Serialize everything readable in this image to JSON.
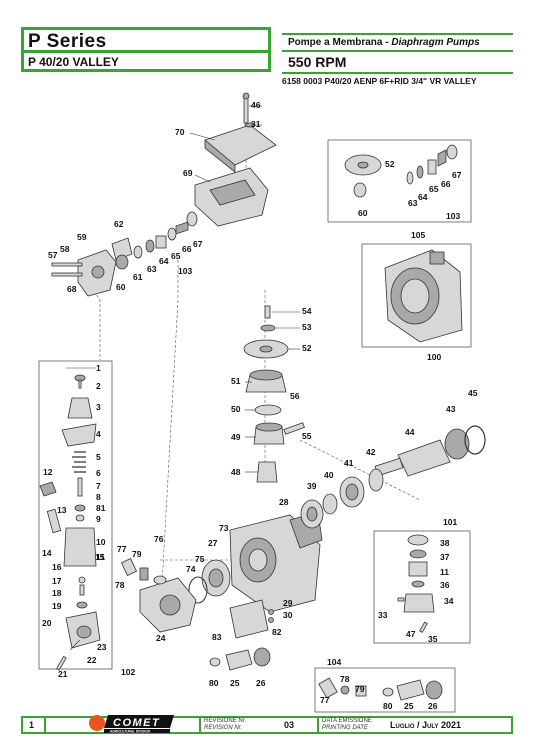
{
  "header": {
    "series": "P  Series",
    "model": "P 40/20 VALLEY",
    "pump_type_it": "Pompe a Membrana - ",
    "pump_type_en": "Diaphragm Pumps",
    "rpm": "550 RPM",
    "code": "6158 0003  P40/20 AENP 6F+RID 3/4\" VR VALLEY"
  },
  "parts": [
    {
      "n": "46"
    },
    {
      "n": "31"
    },
    {
      "n": "70"
    },
    {
      "n": "69"
    },
    {
      "n": "62"
    },
    {
      "n": "59"
    },
    {
      "n": "58"
    },
    {
      "n": "57"
    },
    {
      "n": "68"
    },
    {
      "n": "60"
    },
    {
      "n": "61"
    },
    {
      "n": "63"
    },
    {
      "n": "64"
    },
    {
      "n": "65"
    },
    {
      "n": "66"
    },
    {
      "n": "67"
    },
    {
      "n": "103"
    },
    {
      "n": "52"
    },
    {
      "n": "60"
    },
    {
      "n": "63"
    },
    {
      "n": "64"
    },
    {
      "n": "65"
    },
    {
      "n": "66"
    },
    {
      "n": "67"
    },
    {
      "n": "103"
    },
    {
      "n": "105"
    },
    {
      "n": "100"
    },
    {
      "n": "54"
    },
    {
      "n": "53"
    },
    {
      "n": "52"
    },
    {
      "n": "51"
    },
    {
      "n": "56"
    },
    {
      "n": "50"
    },
    {
      "n": "49"
    },
    {
      "n": "55"
    },
    {
      "n": "48"
    },
    {
      "n": "45"
    },
    {
      "n": "43"
    },
    {
      "n": "44"
    },
    {
      "n": "42"
    },
    {
      "n": "41"
    },
    {
      "n": "40"
    },
    {
      "n": "39"
    },
    {
      "n": "28"
    },
    {
      "n": "73"
    },
    {
      "n": "27"
    },
    {
      "n": "76"
    },
    {
      "n": "75"
    },
    {
      "n": "74"
    },
    {
      "n": "77"
    },
    {
      "n": "79"
    },
    {
      "n": "78"
    },
    {
      "n": "24"
    },
    {
      "n": "83"
    },
    {
      "n": "82"
    },
    {
      "n": "29"
    },
    {
      "n": "30"
    },
    {
      "n": "80"
    },
    {
      "n": "25"
    },
    {
      "n": "26"
    },
    {
      "n": "1"
    },
    {
      "n": "2"
    },
    {
      "n": "3"
    },
    {
      "n": "4"
    },
    {
      "n": "5"
    },
    {
      "n": "6"
    },
    {
      "n": "7"
    },
    {
      "n": "8"
    },
    {
      "n": "81"
    },
    {
      "n": "9"
    },
    {
      "n": "10"
    },
    {
      "n": "11"
    },
    {
      "n": "12"
    },
    {
      "n": "13"
    },
    {
      "n": "14"
    },
    {
      "n": "15"
    },
    {
      "n": "16"
    },
    {
      "n": "17"
    },
    {
      "n": "18"
    },
    {
      "n": "19"
    },
    {
      "n": "20"
    },
    {
      "n": "22"
    },
    {
      "n": "23"
    },
    {
      "n": "21"
    },
    {
      "n": "102"
    },
    {
      "n": "101"
    },
    {
      "n": "38"
    },
    {
      "n": "37"
    },
    {
      "n": "11"
    },
    {
      "n": "36"
    },
    {
      "n": "33"
    },
    {
      "n": "34"
    },
    {
      "n": "47"
    },
    {
      "n": "35"
    },
    {
      "n": "104"
    },
    {
      "n": "78"
    },
    {
      "n": "79"
    },
    {
      "n": "77"
    },
    {
      "n": "80"
    },
    {
      "n": "25"
    },
    {
      "n": "26"
    }
  ],
  "footer": {
    "page": "1",
    "logo_text": "COMET",
    "logo_sub": "AGRICULTURAL DIVISION",
    "rev_it": "REVISIONE Nr.",
    "rev_en": "REVISION Nr.",
    "rev_value": "03",
    "date_it": "DATA EMISSIONE",
    "date_en": "PRINTING DATE",
    "date_value": "Luglio / July 2021"
  },
  "colors": {
    "accent": "#38a533",
    "logo_orange": "#e8561e"
  }
}
